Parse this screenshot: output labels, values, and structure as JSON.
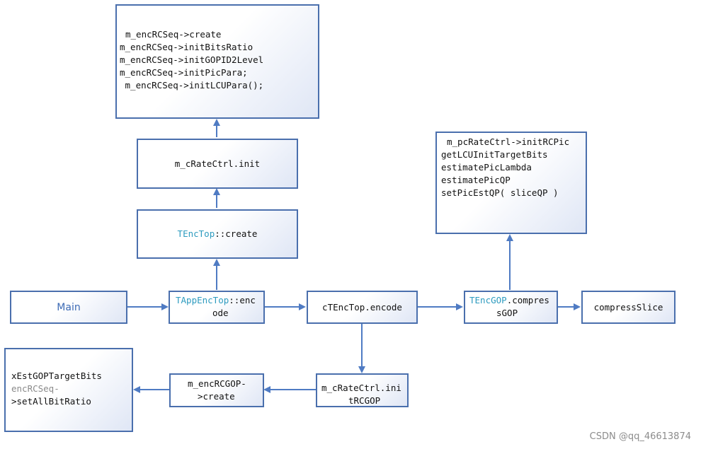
{
  "colors": {
    "border": "#4a6fad",
    "arrow": "#4f7bc3",
    "class_name": "#2d9bbf",
    "watermark": "#8c8c8c"
  },
  "nodes": {
    "seq_methods": [
      "m_encRCSeq->create",
      "m_encRCSeq->initBitsRatio",
      "m_encRCSeq->initGOPID2Level",
      "m_encRCSeq->initPicPara;",
      " m_encRCSeq->initLCUPara();"
    ],
    "rate_ctrl_init": "m_cRateCtrl.init",
    "tenctop_create": {
      "cls": "TEncTop",
      "rest": "::create"
    },
    "main": "Main",
    "tappenctop_encode": {
      "cls": "TAppEncTop",
      "rest1": "::enc",
      "line2": "ode"
    },
    "ctenctop_encode": "cTEncTop.encode",
    "tencgop_compress": {
      "cls": "TEncGOP",
      "rest1": ".compres",
      "line2": "sGOP"
    },
    "compress_slice": "compressSlice",
    "pic_methods": [
      "m_pcRateCtrl->initRCPic",
      "getLCUInitTargetBits",
      "estimatePicLambda",
      "estimatePicQP",
      "setPicEstQP( sliceQP )"
    ],
    "init_rcgop": {
      "line1": "m_cRateCtrl.ini",
      "line2": "tRCGOP"
    },
    "encrcgop_create": {
      "line1": "m_encRCGOP-",
      "line2": ">create"
    },
    "gop_target_bits": {
      "line1": "xEstGOPTargetBits",
      "line2": "encRCSeq-",
      "line3": ">setAllBitRatio"
    }
  },
  "watermark": "CSDN @qq_46613874"
}
